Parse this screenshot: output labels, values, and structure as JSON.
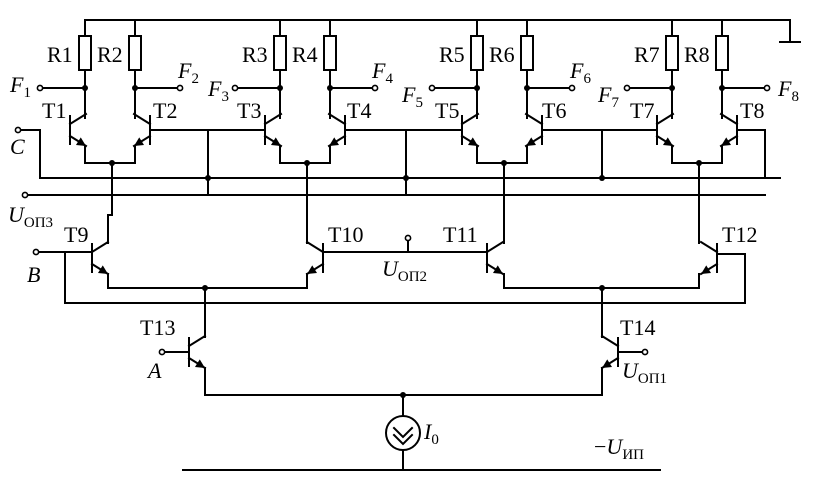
{
  "resistors": [
    "R1",
    "R2",
    "R3",
    "R4",
    "R5",
    "R6",
    "R7",
    "R8"
  ],
  "transistors": [
    "T1",
    "T2",
    "T3",
    "T4",
    "T5",
    "T6",
    "T7",
    "T8",
    "T9",
    "T10",
    "T11",
    "T12",
    "T13",
    "T14"
  ],
  "outputs": [
    {
      "main": "F",
      "sub": "1"
    },
    {
      "main": "F",
      "sub": "2"
    },
    {
      "main": "F",
      "sub": "3"
    },
    {
      "main": "F",
      "sub": "4"
    },
    {
      "main": "F",
      "sub": "5"
    },
    {
      "main": "F",
      "sub": "6"
    },
    {
      "main": "F",
      "sub": "7"
    },
    {
      "main": "F",
      "sub": "8"
    }
  ],
  "inputs": {
    "a": "A",
    "b": "B",
    "c": "C"
  },
  "references": {
    "uop1": {
      "main": "U",
      "sub": "ОП1"
    },
    "uop2": {
      "main": "U",
      "sub": "ОП2"
    },
    "uop3": {
      "main": "U",
      "sub": "ОП3"
    }
  },
  "current_source": {
    "main": "I",
    "sub": "0"
  },
  "supply": {
    "prefix": "−",
    "main": "U",
    "sub": "ИП"
  }
}
